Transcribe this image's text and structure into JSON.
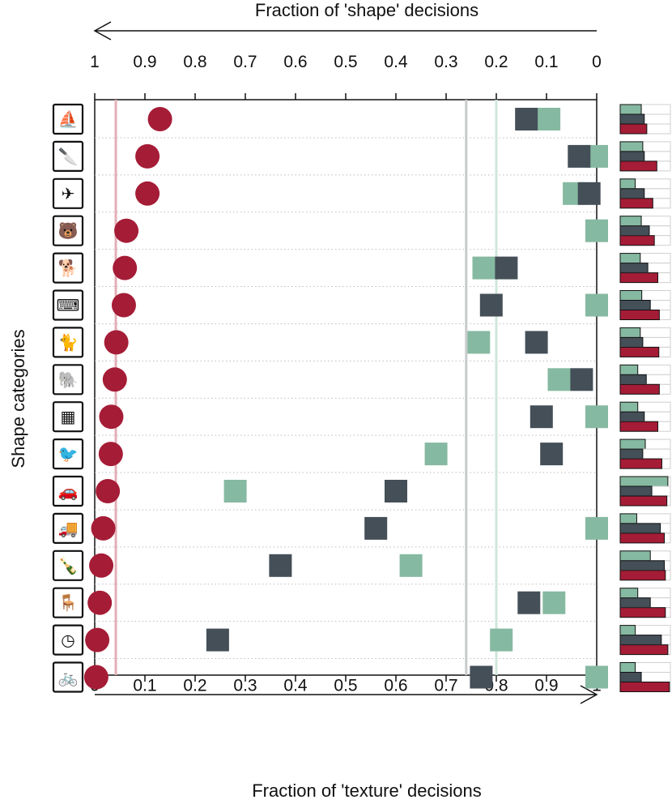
{
  "chart_data": {
    "type": "scatter",
    "title": "",
    "top_axis_label": "Fraction of 'shape' decisions",
    "bottom_axis_label": "Fraction of 'texture' decisions",
    "ylabel": "Shape categories",
    "top_ticks": [
      "1",
      "0.9",
      "0.8",
      "0.7",
      "0.6",
      "0.5",
      "0.4",
      "0.3",
      "0.2",
      "0.1",
      "0"
    ],
    "bottom_ticks": [
      "0",
      "0.1",
      "0.2",
      "0.3",
      "0.4",
      "0.5",
      "0.6",
      "0.7",
      "0.8",
      "0.9",
      "1"
    ],
    "xlim": [
      0,
      1
    ],
    "categories": [
      "boat",
      "knife",
      "airplane",
      "bear",
      "dog",
      "keyboard",
      "cat",
      "elephant",
      "oven",
      "bird",
      "car",
      "truck",
      "bottle",
      "chair",
      "clock",
      "bicycle"
    ],
    "series": [
      {
        "marker": "circle",
        "color": "#a51c36",
        "values": [
          0.13,
          0.105,
          0.105,
          0.063,
          0.06,
          0.058,
          0.043,
          0.04,
          0.033,
          0.032,
          0.026,
          0.017,
          0.013,
          0.01,
          0.005,
          0.003
        ]
      },
      {
        "marker": "square",
        "color": "#444f58",
        "values": [
          0.86,
          0.965,
          0.985,
          null,
          0.82,
          0.79,
          0.88,
          0.97,
          0.89,
          0.91,
          0.6,
          0.56,
          0.37,
          0.865,
          0.245,
          0.77
        ]
      },
      {
        "marker": "square",
        "color": "#86b9a1",
        "values": [
          0.905,
          1.0,
          0.955,
          1.0,
          0.775,
          1.0,
          0.765,
          0.925,
          1.0,
          0.68,
          0.28,
          1.0,
          0.63,
          0.915,
          0.81,
          1.0
        ]
      }
    ],
    "mean_lines": [
      {
        "color": "#e3aeb7",
        "value": 0.042
      },
      {
        "color": "#c8cbcc",
        "value": 0.74
      },
      {
        "color": "#cfe5db",
        "value": 0.8
      }
    ],
    "side_bars": {
      "colors": [
        "#86b9a1",
        "#444f58",
        "#a51c36"
      ],
      "rows": [
        [
          0.42,
          0.48,
          0.53
        ],
        [
          0.45,
          0.48,
          0.73
        ],
        [
          0.3,
          0.48,
          0.65
        ],
        [
          0.42,
          0.58,
          0.68
        ],
        [
          0.4,
          0.55,
          0.75
        ],
        [
          0.43,
          0.6,
          0.78
        ],
        [
          0.4,
          0.45,
          0.77
        ],
        [
          0.35,
          0.52,
          0.78
        ],
        [
          0.35,
          0.48,
          0.75
        ],
        [
          0.5,
          0.45,
          0.83
        ],
        [
          0.95,
          0.63,
          0.93
        ],
        [
          0.33,
          0.8,
          0.88
        ],
        [
          0.6,
          0.88,
          0.9
        ],
        [
          0.35,
          0.6,
          0.9
        ],
        [
          0.3,
          0.82,
          0.95
        ],
        [
          0.3,
          0.42,
          0.98
        ]
      ]
    },
    "grid": "horizontal dotted"
  }
}
